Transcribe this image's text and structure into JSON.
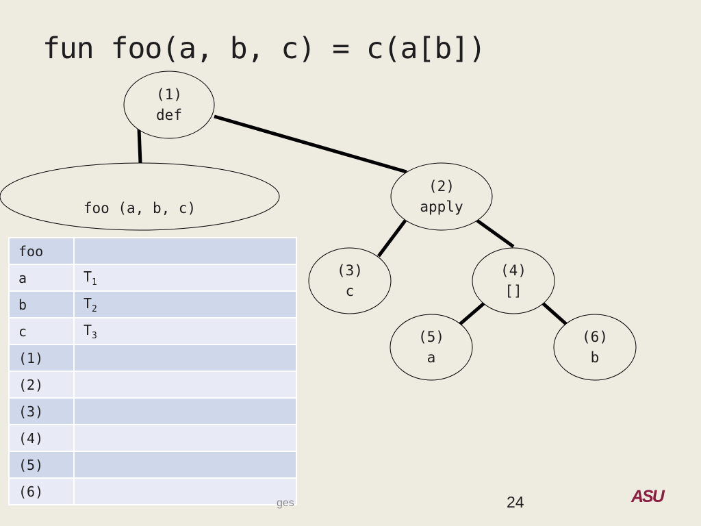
{
  "slide": {
    "title": "fun foo(a, b, c) = c(a[b])",
    "footer_text": "ges",
    "page_number": "24",
    "logo_text": "ASU",
    "colors": {
      "background": "#eeebe1",
      "node_fill": "#eeebe1",
      "edge": "#000000",
      "row_dark": "#cfd7eb",
      "row_light": "#e8ebf5",
      "logo": "#8c1d40"
    }
  },
  "tree": {
    "nodes": [
      {
        "id": "n1",
        "lines": [
          "(1)",
          "def"
        ]
      },
      {
        "id": "params",
        "lines": [
          "foo (a, b, c)"
        ]
      },
      {
        "id": "n2",
        "lines": [
          "(2)",
          "apply"
        ]
      },
      {
        "id": "n3",
        "lines": [
          "(3)",
          "c"
        ]
      },
      {
        "id": "n4",
        "lines": [
          "(4)",
          "[]"
        ]
      },
      {
        "id": "n5",
        "lines": [
          "(5)",
          "a"
        ]
      },
      {
        "id": "n6",
        "lines": [
          "(6)",
          "b"
        ]
      }
    ],
    "edges": [
      {
        "from": "n1",
        "to": "params"
      },
      {
        "from": "n1",
        "to": "n2"
      },
      {
        "from": "n2",
        "to": "n3"
      },
      {
        "from": "n2",
        "to": "n4"
      },
      {
        "from": "n4",
        "to": "n5"
      },
      {
        "from": "n4",
        "to": "n6"
      }
    ]
  },
  "type_table": {
    "rows": [
      {
        "name": "foo",
        "type_base": "",
        "type_sub": ""
      },
      {
        "name": "a",
        "type_base": "T",
        "type_sub": "1"
      },
      {
        "name": "b",
        "type_base": "T",
        "type_sub": "2"
      },
      {
        "name": "c",
        "type_base": "T",
        "type_sub": "3"
      },
      {
        "name": "(1)",
        "type_base": "",
        "type_sub": ""
      },
      {
        "name": "(2)",
        "type_base": "",
        "type_sub": ""
      },
      {
        "name": "(3)",
        "type_base": "",
        "type_sub": ""
      },
      {
        "name": "(4)",
        "type_base": "",
        "type_sub": ""
      },
      {
        "name": "(5)",
        "type_base": "",
        "type_sub": ""
      },
      {
        "name": "(6)",
        "type_base": "",
        "type_sub": ""
      }
    ]
  }
}
